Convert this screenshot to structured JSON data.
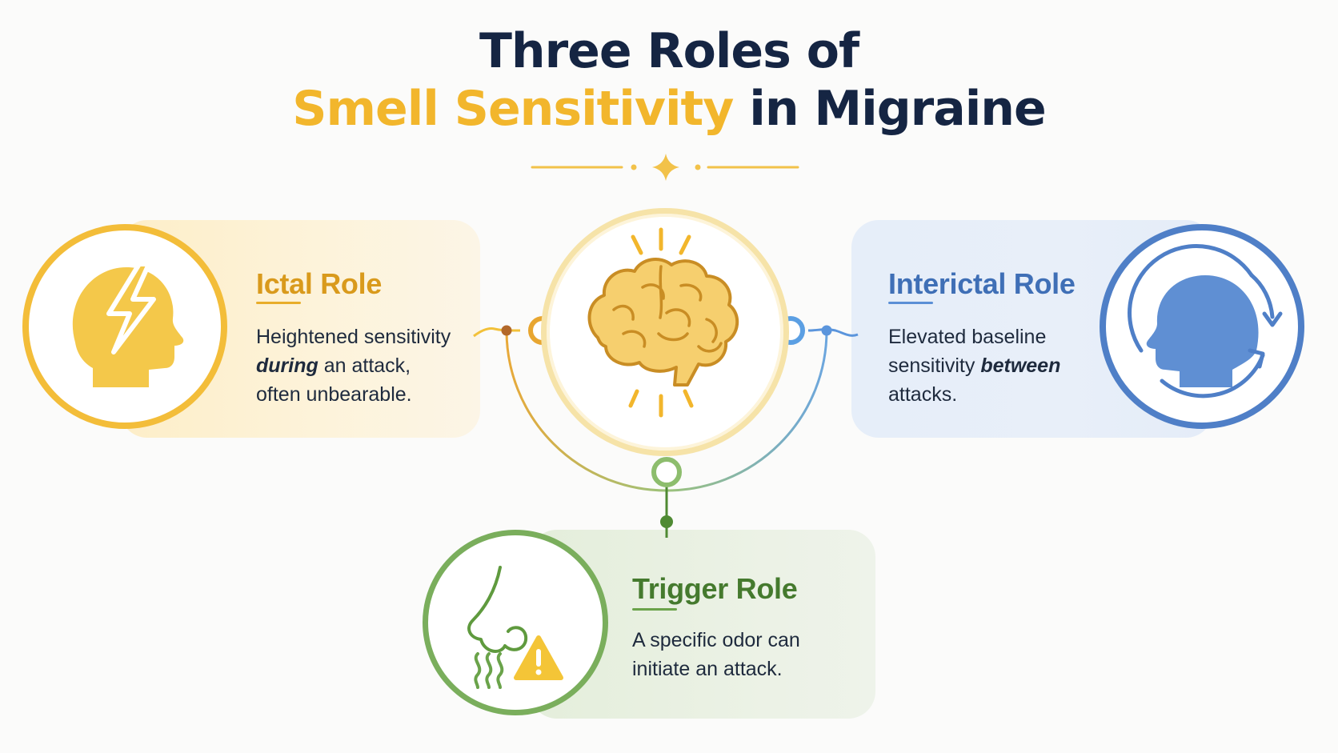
{
  "title": {
    "line1": "Three Roles of",
    "line2_highlight": "Smell Sensitivity",
    "line2_rest": "in Migraine"
  },
  "roles": {
    "ictal": {
      "title": "Ictal Role",
      "desc_1": "Heightened sensitivity",
      "desc_em": "during",
      "desc_2": " an attack,",
      "desc_3": "often unbearable.",
      "icon": "head-lightning-icon",
      "color": "#f3bd39"
    },
    "interictal": {
      "title": "Interictal Role",
      "desc_1": "Elevated baseline",
      "desc_2": "sensitivity ",
      "desc_em": "between",
      "desc_3": "attacks.",
      "icon": "head-cycle-icon",
      "color": "#4f7fc7"
    },
    "trigger": {
      "title": "Trigger Role",
      "desc_1": "A specific odor can",
      "desc_2": "initiate an attack.",
      "icon": "nose-warning-icon",
      "color": "#7aae5c"
    }
  },
  "center": {
    "icon": "brain-icon",
    "accent": "#f2b62c"
  }
}
